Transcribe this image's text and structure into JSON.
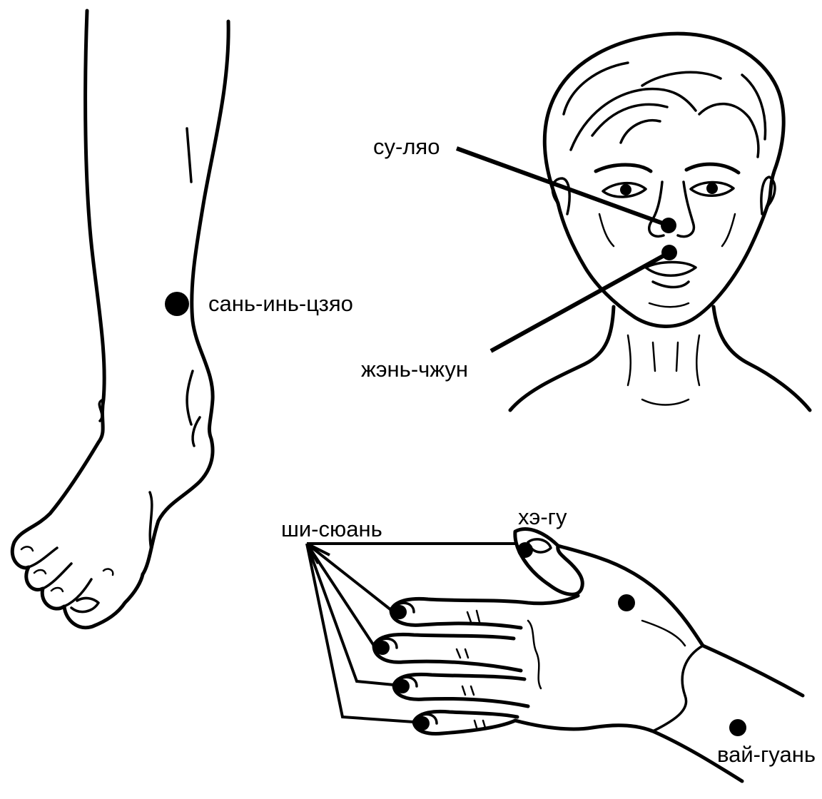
{
  "labels": {
    "leg_point": "сань-инь-цзяо",
    "face_point_upper": "су-ляо",
    "face_point_lower": "жэнь-чжун",
    "hand_fingertips": "ши-сюань",
    "hand_thumb": "хэ-гу",
    "hand_wrist": "вай-гуань"
  }
}
